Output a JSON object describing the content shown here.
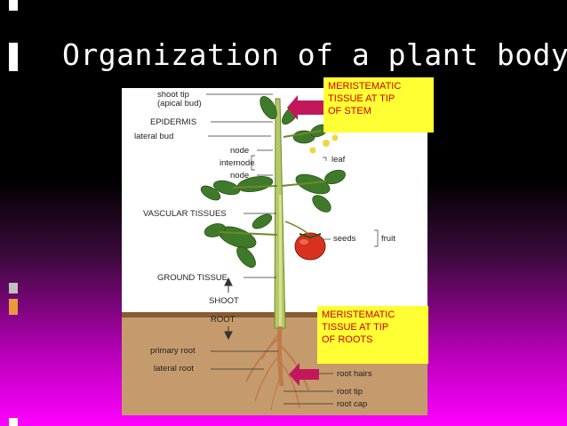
{
  "slide": {
    "title": "Organization of a plant body"
  },
  "diagram": {
    "labels": {
      "shoot_tip_1": "shoot tip",
      "shoot_tip_2": "(apical bud)",
      "epidermis": "EPIDERMIS",
      "lateral_bud": "lateral bud",
      "node_top": "node",
      "internode": "internode",
      "node_bottom": "node",
      "leaf": "leaf",
      "vascular_tissues": "VASCULAR TISSUES",
      "seeds": "seeds",
      "fruit": "fruit",
      "ground_tissue": "GROUND TISSUE",
      "shoot": "SHOOT",
      "root": "ROOT",
      "primary_root": "primary root",
      "lateral_root": "lateral root",
      "root_hairs": "root hairs",
      "root_tip": "root tip",
      "root_cap": "root cap"
    },
    "callouts": {
      "stem": [
        "MERISTEMATIC",
        "TISSUE AT TIP",
        "OF STEM"
      ],
      "roots": [
        "MERISTEMATIC",
        "TISSUE AT TIP",
        "OF ROOTS"
      ]
    },
    "colors": {
      "callout_bg": "#ffff33",
      "callout_text": "#cc0000",
      "arrow": "#c2185b",
      "stem": "#b5c96a",
      "leaf": "#3f7a2a",
      "fruit": "#d8321e",
      "soil": "#b98a57"
    }
  }
}
